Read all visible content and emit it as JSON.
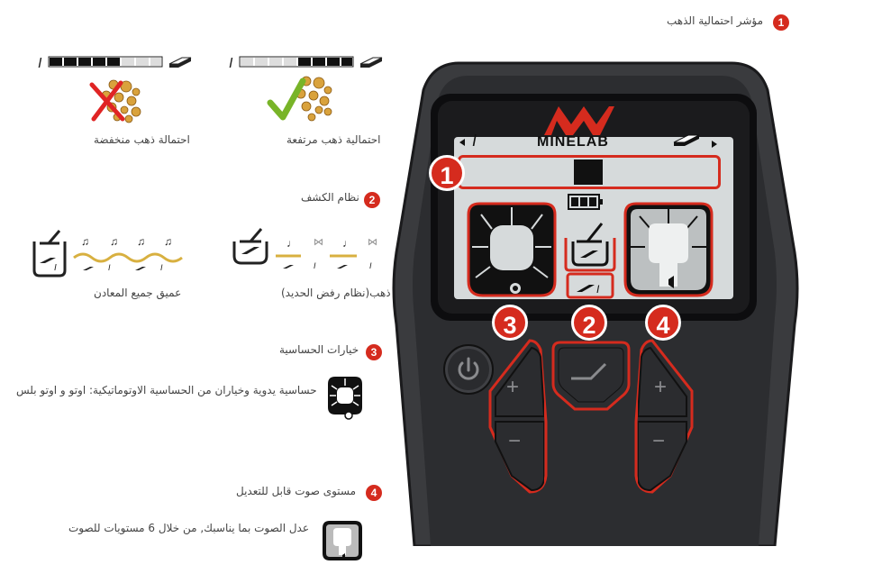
{
  "sections": {
    "gold_indicator": {
      "number": "1",
      "title": "مؤشر احتمالية الذهب"
    },
    "detect_mode": {
      "number": "2",
      "title": "نظام الكشف"
    },
    "sensitivity": {
      "number": "3",
      "title": "خيارات الحساسية"
    },
    "volume": {
      "number": "4",
      "title": "مستوى صوت قابل للتعديل"
    }
  },
  "gold": {
    "low_caption": "احتمالة ذهب منخفضة",
    "high_caption": "احتمالية ذهب مرتفعة"
  },
  "modes": {
    "deep_caption": "عميق جميع المعادن",
    "iron_reject_caption": "ذهب(نظام رفض الحديد)"
  },
  "sensitivity_desc": "حساسية يدوية وخياران من الحساسية الاوتوماتيكية: اوتو و اوتو بلس",
  "volume_desc": "عدل الصوت بما يناسبك, من خلال 6 مستويات للصوت",
  "device": {
    "brand": "MINELAB",
    "callouts": [
      "1",
      "3",
      "2",
      "4"
    ],
    "buttons": {
      "plus": "+",
      "minus": "−"
    }
  },
  "colors": {
    "accent": "#d52b1e",
    "gold": "#e0b020",
    "green": "#78b428"
  },
  "icons": [
    "power-icon",
    "detect-mode-icon",
    "iron-icon",
    "gold-nugget-icon",
    "music-note-icon",
    "battery-icon"
  ]
}
